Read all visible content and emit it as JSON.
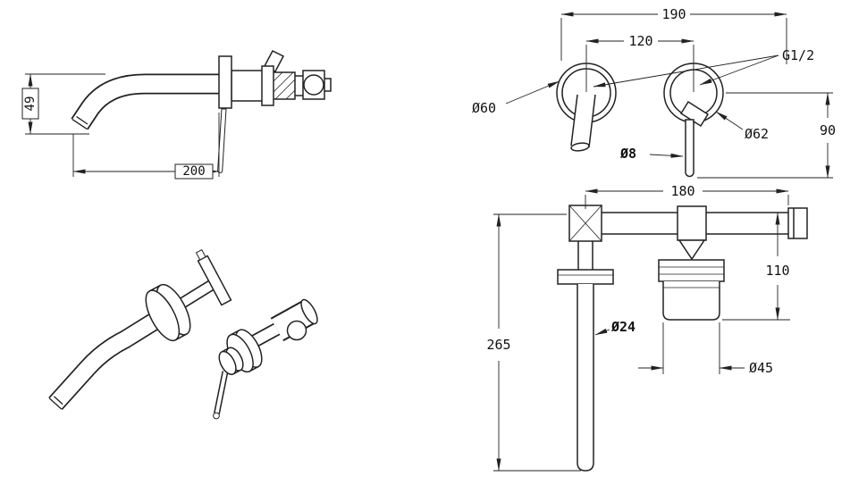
{
  "background": "#ffffff",
  "line_color": "#222222",
  "views": {
    "side": {
      "drop": "49",
      "reach": "200"
    },
    "front": {
      "overall_width": "190",
      "centers": "120",
      "thread": "G1/2",
      "spout_flange_dia": "Ø60",
      "handle_flange_dia": "Ø62",
      "lever_dia": "Ø8",
      "handle_drop": "90"
    },
    "plan": {
      "body_length": "180",
      "valve_depth": "110",
      "inlet_length": "265",
      "inlet_dia": "Ø24",
      "cartridge_dia": "Ø45"
    }
  }
}
